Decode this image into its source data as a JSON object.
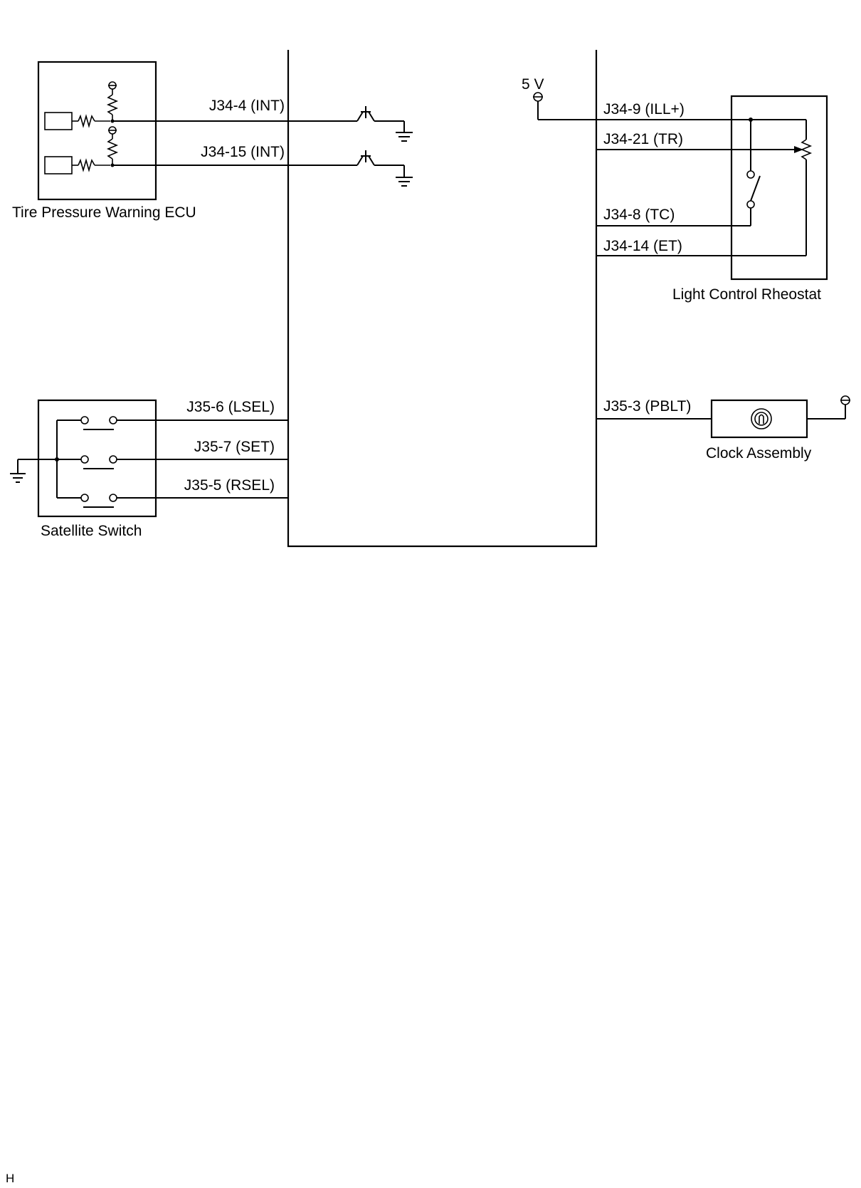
{
  "components": {
    "tire_ecu": "Tire Pressure Warning ECU",
    "rheostat": "Light Control Rheostat",
    "satellite_switch": "Satellite Switch",
    "clock": "Clock Assembly"
  },
  "supply_voltage": "5 V",
  "pins": {
    "j34_4": "J34-4 (INT)",
    "j34_15": "J34-15 (INT)",
    "j34_9": "J34-9 (ILL+)",
    "j34_21": "J34-21 (TR)",
    "j34_8": "J34-8 (TC)",
    "j34_14": "J34-14 (ET)",
    "j35_6": "J35-6 (LSEL)",
    "j35_7": "J35-7 (SET)",
    "j35_5": "J35-5 (RSEL)",
    "j35_3": "J35-3 (PBLT)"
  },
  "footer_code": "H"
}
